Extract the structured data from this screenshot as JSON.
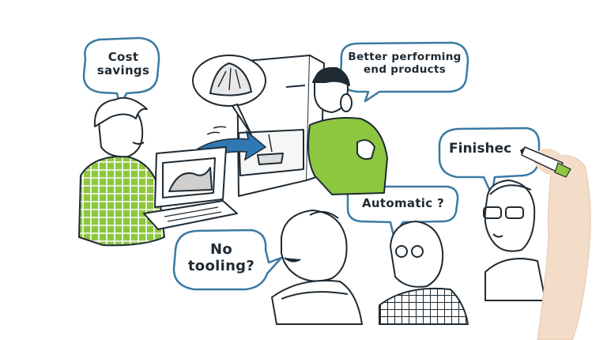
{
  "bubbles": {
    "cost": [
      "Cost",
      "savings"
    ],
    "better": [
      "Better performing",
      "end products"
    ],
    "automatic": "Automatic ?",
    "tooling": [
      "No",
      "tooling?"
    ],
    "finished": "Finishec"
  },
  "colors": {
    "ink": "#1f2a33",
    "bubble_outline": "#3a7aa3",
    "shirt_green": "#8dc63f",
    "arrow_blue": "#2f78b4",
    "skin": "#f3dcc8"
  },
  "icons": [
    "speech-bubble-icon",
    "laptop-icon",
    "3d-printer-icon",
    "arrow-icon",
    "marker-pen-icon",
    "hand-icon"
  ]
}
